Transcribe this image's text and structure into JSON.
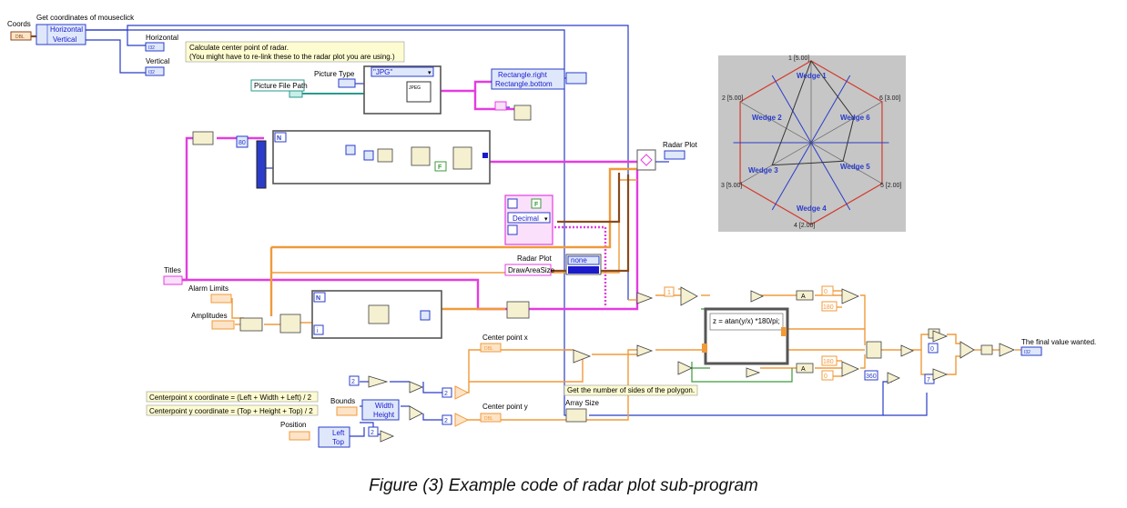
{
  "labels": {
    "coords": "Coords",
    "get_coordinates": "Get coordinates of mouseclick",
    "horizontal": "Horizontal",
    "vertical": "Vertical",
    "horizontal_ind": "Horizontal",
    "vertical_ind": "Vertical",
    "calc_note_line1": "Calculate center point of radar.",
    "calc_note_line2": "(You might have to re-link these to the radar plot you are using.)",
    "picture_type": "Picture Type",
    "jpg": "\"JPG\"",
    "picture_file_path": "Picture File Path",
    "rect_right": "Rectangle.right",
    "rect_bottom": "Rectangle.bottom",
    "radar_plot": "Radar Plot",
    "radar_plot2": "Radar Plot",
    "draw_area_size": "DrawAreaSize",
    "none": "none",
    "decimal": "Decimal",
    "titles": "Titles",
    "alarm_limits": "Alarm Limits",
    "amplitudes": "Amplitudes",
    "center_x": "Center point x",
    "center_y": "Center point y",
    "bounds": "Bounds",
    "width": "Width",
    "height": "Height",
    "position": "Position",
    "left": "Left",
    "top": "Top",
    "formula_x": "Centerpoint x coordinate = (Left + Width + Left) / 2",
    "formula_y": "Centerpoint y coordinate = (Top + Height + Top) / 2",
    "get_sides": "Get the number of sides of the polygon.",
    "array_size": "Array Size",
    "atan_formula": "z = atan(y/x) *180/pi;",
    "final_value": "The final value wanted."
  },
  "constants": {
    "c2a": "2",
    "c2b": "2",
    "c2c": "2",
    "c2d": "2",
    "c1": "1",
    "c0a": "0",
    "c180a": "180",
    "c180b": "180",
    "c0b": "0",
    "c360": "360",
    "c7": "7",
    "c0c": "0",
    "i32": "I32",
    "dbl": "DBL",
    "a": "A"
  },
  "radar": {
    "axes": [
      {
        "label": "1 [5.00]"
      },
      {
        "label": "6 [3.00]"
      },
      {
        "label": "5 [2.00]"
      },
      {
        "label": "4 [2.00]"
      },
      {
        "label": "3 [5.00]"
      },
      {
        "label": "2 [5.00]"
      }
    ],
    "wedges": [
      "Wedge 1",
      "Wedge 6",
      "Wedge 5",
      "Wedge 4",
      "Wedge 3",
      "Wedge 2"
    ],
    "colors": {
      "background": "#c6c6c6",
      "hexagon": "#d33a2c",
      "axes": "#2a3cc8",
      "data": "#333333"
    }
  },
  "caption": "Figure (3) Example code of radar plot sub-program",
  "colors": {
    "blue_wire": "#2a3cc8",
    "pink_wire": "#e43ce0",
    "orange_wire": "#f09a3a",
    "green_wire": "#3c9a3c",
    "brown_wire": "#8a4a1c"
  }
}
